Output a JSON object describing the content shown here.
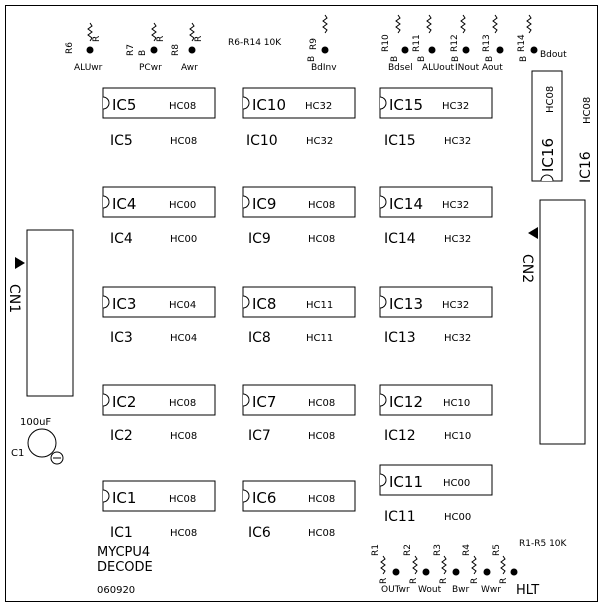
{
  "board": {
    "title_line1": "MYCPU4",
    "title_line2": "DECODE",
    "date": "060920"
  },
  "ics": [
    {
      "id": "IC5",
      "type": "HC08"
    },
    {
      "id": "IC4",
      "type": "HC00"
    },
    {
      "id": "IC3",
      "type": "HC04"
    },
    {
      "id": "IC2",
      "type": "HC08"
    },
    {
      "id": "IC1",
      "type": "HC08"
    },
    {
      "id": "IC10",
      "type": "HC32"
    },
    {
      "id": "IC9",
      "type": "HC08"
    },
    {
      "id": "IC8",
      "type": "HC11"
    },
    {
      "id": "IC7",
      "type": "HC08"
    },
    {
      "id": "IC6",
      "type": "HC08"
    },
    {
      "id": "IC15",
      "type": "HC32"
    },
    {
      "id": "IC14",
      "type": "HC32"
    },
    {
      "id": "IC13",
      "type": "HC32"
    },
    {
      "id": "IC12",
      "type": "HC10"
    },
    {
      "id": "IC11",
      "type": "HC00"
    },
    {
      "id": "IC16",
      "type": "HC08"
    }
  ],
  "connectors": {
    "cn1": "CN1",
    "cn2": "CN2"
  },
  "capacitor": {
    "value": "100uF",
    "ref": "C1"
  },
  "top_resistors": {
    "note": "R6-R14 10K",
    "items": [
      {
        "ref": "R6",
        "signal": "ALUwr"
      },
      {
        "ref": "R7",
        "signal": "PCwr"
      },
      {
        "ref": "R8",
        "signal": "Awr"
      },
      {
        "ref": "R9",
        "signal": "BdInv"
      },
      {
        "ref": "R10",
        "signal": "Bdsel"
      },
      {
        "ref": "R11",
        "signal": "ALUout"
      },
      {
        "ref": "R12",
        "signal": "INout"
      },
      {
        "ref": "R13",
        "signal": "Aout"
      },
      {
        "ref": "R14",
        "signal": "Bdout"
      }
    ]
  },
  "bottom_resistors": {
    "note": "R1-R5 10K",
    "items": [
      {
        "ref": "R1",
        "signal": "OUTwr"
      },
      {
        "ref": "R2",
        "signal": "Wout"
      },
      {
        "ref": "R3",
        "signal": "Bwr"
      },
      {
        "ref": "R4",
        "signal": "Wwr"
      },
      {
        "ref": "R5",
        "signal": "HLT"
      }
    ]
  },
  "pin_marks": {
    "r": "R",
    "b": "B"
  }
}
